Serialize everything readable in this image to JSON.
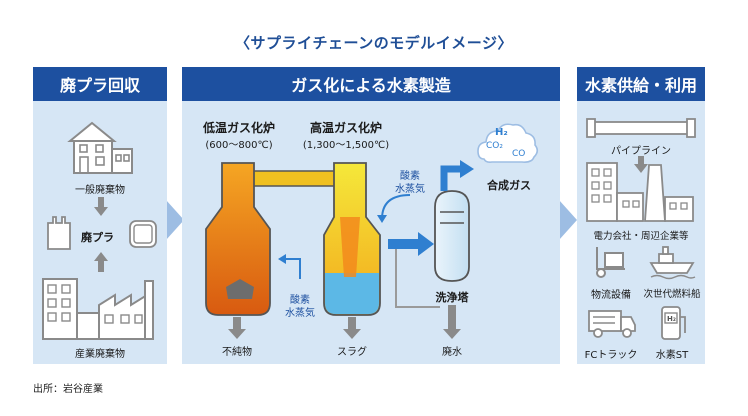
{
  "title": "〈サプライチェーンのモデルイメージ〉",
  "collection": {
    "header": "廃プラ回収",
    "household": "一般廃棄物",
    "plastic": "廃プラ",
    "industrial": "産業廃棄物"
  },
  "production": {
    "header": "ガス化による水素製造",
    "low_temp": {
      "name": "低温ガス化炉",
      "temp": "(600～800℃)"
    },
    "high_temp": {
      "name": "高温ガス化炉",
      "temp": "(1,300～1,500℃)"
    },
    "oxygen_steam_upper_1": "酸素",
    "oxygen_steam_upper_2": "水蒸気",
    "oxygen_steam_lower_1": "酸素",
    "oxygen_steam_lower_2": "水蒸気",
    "syngas": "合成ガス",
    "washer": "洗浄塔",
    "impurities": "不純物",
    "slag": "スラグ",
    "waste_water": "廃水",
    "gas_h2": "H₂",
    "gas_co2": "CO₂",
    "gas_co": "CO"
  },
  "usage": {
    "header": "水素供給・利用",
    "pipeline": "パイプライン",
    "power": "電力会社・周辺企業等",
    "logistics": "物流設備",
    "ship": "次世代燃料船",
    "fc_truck": "FCトラック",
    "h2_station": "水素ST",
    "h2_mark": "H₂"
  },
  "source": "出所：岩谷産業",
  "colors": {
    "panel_bg": "#d6e6f5",
    "header_bg": "#1d50a0",
    "arrow_blue": "#2f7fd0",
    "chevron": "#9dbde3",
    "furnace_orange": "#f08a1c",
    "furnace_yellow": "#f2e11e",
    "icon_gray": "#8a8a8a"
  }
}
